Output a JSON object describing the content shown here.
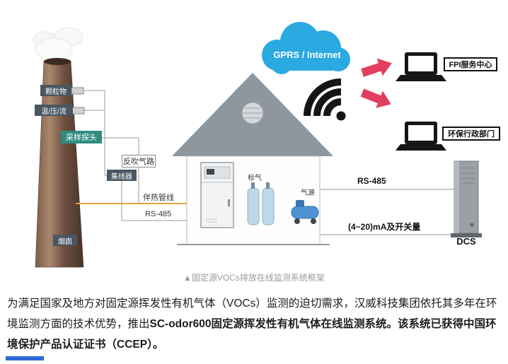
{
  "diagram": {
    "caption": "▲固定源VOCs排放在线监测系统框架",
    "cloud_label": "GPRS / Internet",
    "chimney": {
      "particulate": "颗粒物",
      "temp_press_flow": "温/压/流",
      "sampling_probe": "采样探头",
      "hub": "集线器",
      "stack": "烟囱"
    },
    "pipes": {
      "backflush": "反吹气路",
      "heated_line": "伴热管线",
      "rs485_left": "RS-485",
      "rs485_right": "RS-485",
      "analog_io": "(4~20)mA及开关量"
    },
    "house": {
      "standard_gas": "标气",
      "gas_source": "气源"
    },
    "endpoints": {
      "fpi_center": "FPI服务中心",
      "epa_dept": "环保行政部门",
      "dcs": "DCS"
    }
  },
  "article": {
    "text_normal": "为满足国家及地方对固定源挥发性有机气体（VOCs）监测的迫切需求，汉威科技集团依托其多年在环境监测方面的技术优势，推出",
    "text_bold": "SC-odor600固定源挥发性有机气体在线监测系统。该系统已获得中国环境保护产品认证证书（CCEP）。"
  },
  "colors": {
    "cloud_blue": "#2baae1",
    "arrow_red": "#e23e60",
    "heated_line_orange": "#e8a33d",
    "chimney_brown": "#6e4f3e",
    "probe_teal": "#2f8d80",
    "tag_slate": "#4a5662"
  }
}
